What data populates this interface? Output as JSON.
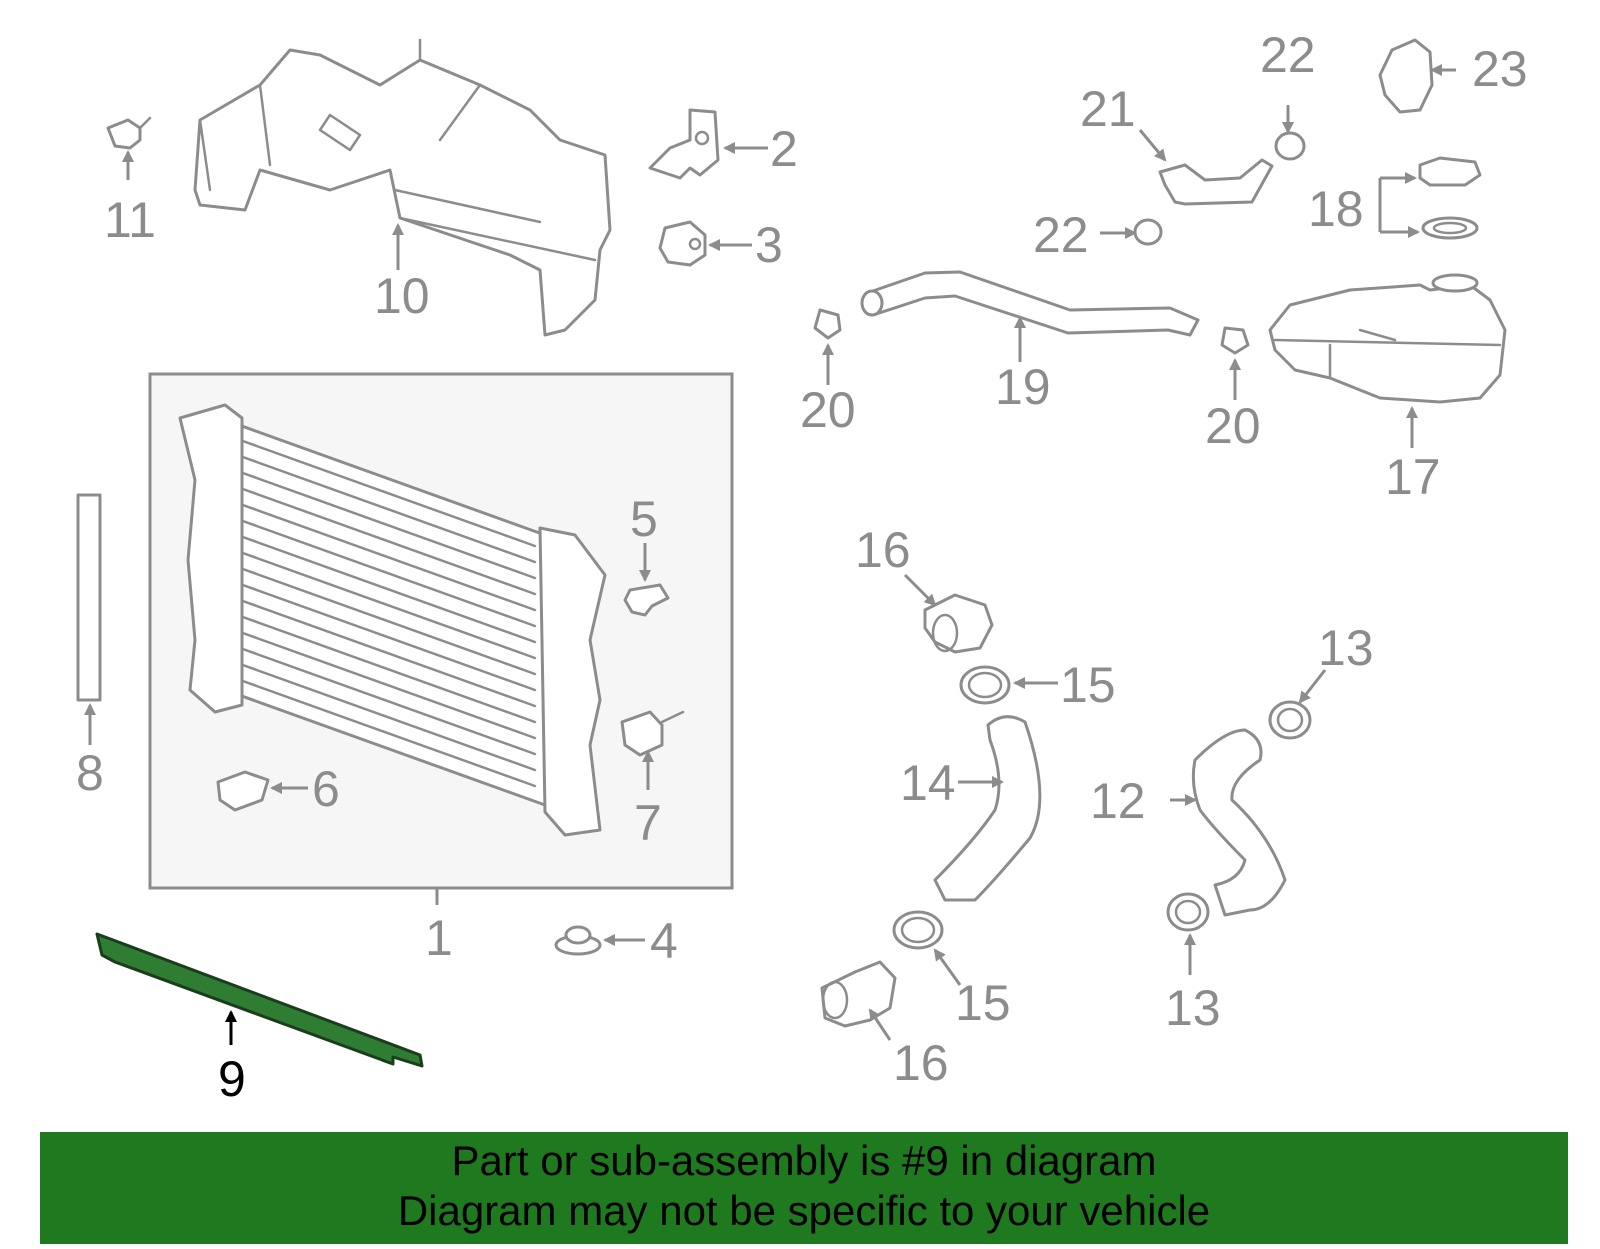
{
  "diagram": {
    "highlight_color": "#2e7d32",
    "banner_color": "#1f7a1f",
    "callouts": [
      "1",
      "2",
      "3",
      "4",
      "5",
      "6",
      "7",
      "8",
      "9",
      "10",
      "11",
      "12",
      "13",
      "13",
      "14",
      "15",
      "15",
      "16",
      "16",
      "17",
      "18",
      "19",
      "20",
      "20",
      "21",
      "22",
      "22",
      "23"
    ],
    "highlighted_callout": "9"
  },
  "banner": {
    "line1": "Part or sub-assembly is #9 in diagram",
    "line2": "Diagram may not be specific to your vehicle"
  }
}
